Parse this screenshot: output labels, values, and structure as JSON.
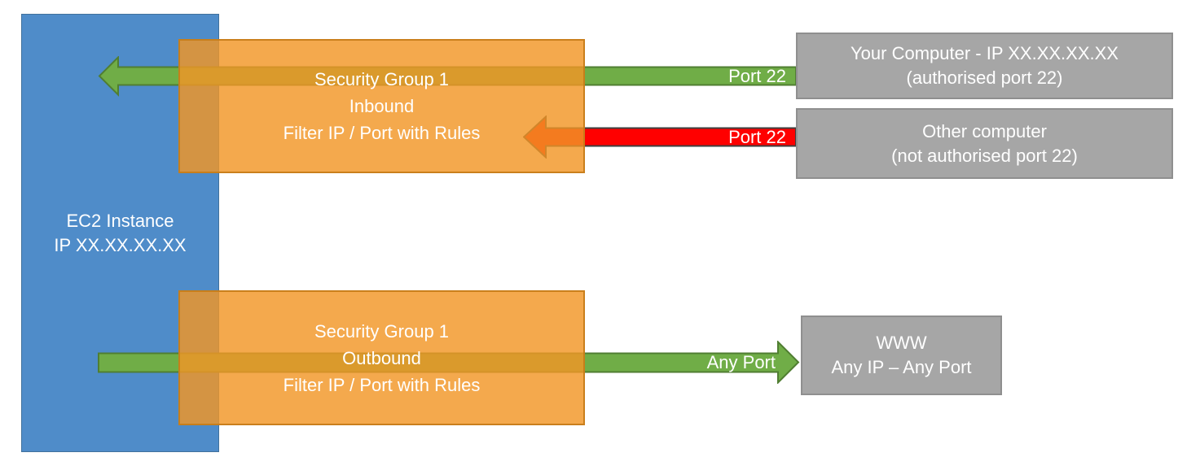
{
  "colors": {
    "blue": "#4F8CC9",
    "blue_border": "#41719C",
    "green": "#70AD47",
    "green_border": "#507E32",
    "red": "#FF0000",
    "red_border": "#3F3F3F",
    "orange_fill": "rgba(242,150,38,0.82)",
    "orange_border": "rgba(197,124,24,0.92)",
    "gray": "#A6A6A6",
    "gray_border": "#8F8F8F",
    "background": "#FFFFFF",
    "text": "#FFFFFF"
  },
  "ec2": {
    "line1": "EC2 Instance",
    "line2": "IP XX.XX.XX.XX"
  },
  "inbound_sg": {
    "line1": "Security Group 1",
    "line2": "Inbound",
    "line3": "Filter IP / Port with Rules"
  },
  "outbound_sg": {
    "line1": "Security Group 1",
    "line2": "Outbound",
    "line3": "Filter IP / Port with Rules"
  },
  "your_computer": {
    "line1": "Your Computer - IP XX.XX.XX.XX",
    "line2": "(authorised port 22)"
  },
  "other_computer": {
    "line1": "Other computer",
    "line2": "(not authorised port 22)"
  },
  "www": {
    "line1": "WWW",
    "line2": "Any IP – Any Port"
  },
  "labels": {
    "inbound_allowed": "Port 22",
    "inbound_blocked": "Port 22",
    "outbound": "Any Port"
  },
  "arrows": {
    "inbound_allowed": {
      "color": "#70AD47",
      "direction": "left",
      "label": "Port 22"
    },
    "inbound_blocked": {
      "color": "#FF0000",
      "direction": "left",
      "label": "Port 22"
    },
    "outbound": {
      "color": "#70AD47",
      "direction": "right",
      "label": "Any Port"
    }
  }
}
